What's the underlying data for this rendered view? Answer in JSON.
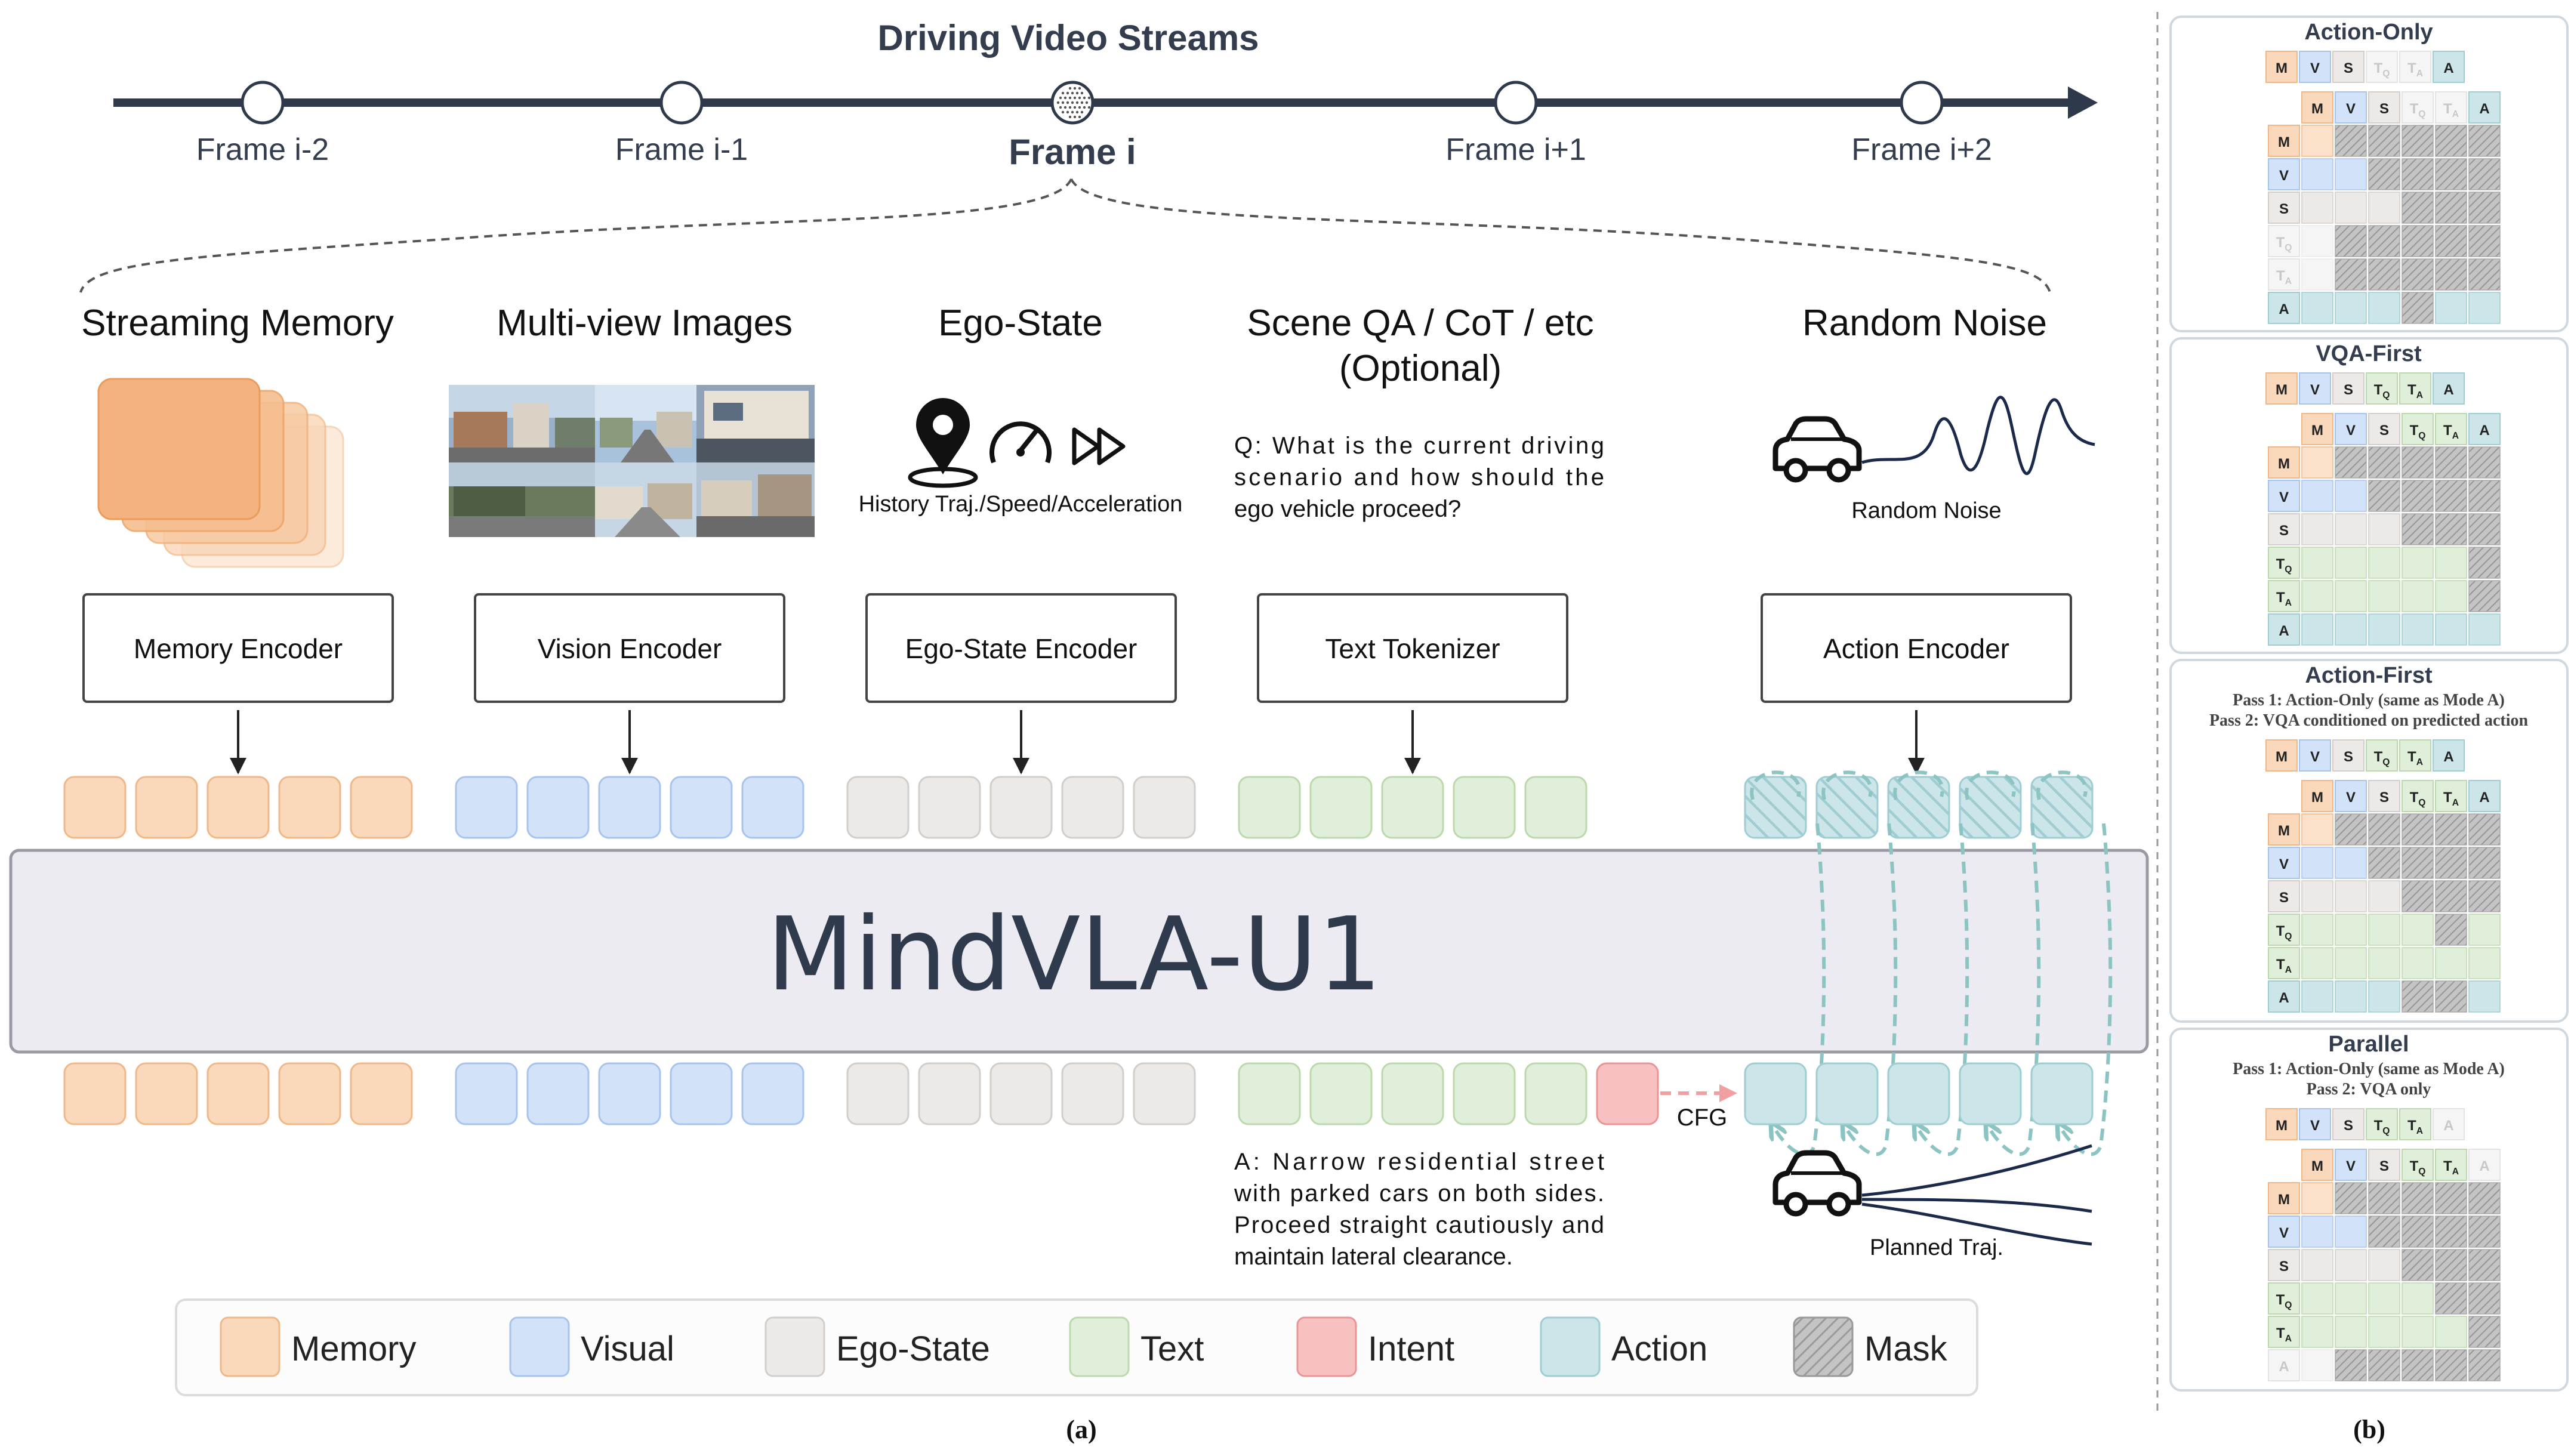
{
  "timeline": {
    "title": "Driving Video Streams",
    "frames": [
      "Frame i-2",
      "Frame i-1",
      "Frame i",
      "Frame i+1",
      "Frame i+2"
    ],
    "current_index": 2
  },
  "inputs": [
    {
      "title": "Streaming Memory",
      "encoder": "Memory Encoder",
      "token_type": "memory"
    },
    {
      "title": "Multi-view Images",
      "encoder": "Vision Encoder",
      "token_type": "visual"
    },
    {
      "title": "Ego-State",
      "encoder": "Ego-State Encoder",
      "token_type": "ego",
      "caption": "History Traj./Speed/Acceleration"
    },
    {
      "title_line1": "Scene QA / CoT / etc",
      "title_line2": "(Optional)",
      "encoder": "Text Tokenizer",
      "token_type": "text",
      "question": [
        "Q: What is the current driving",
        "scenario and how should the",
        "ego vehicle proceed?"
      ]
    },
    {
      "title": "Random Noise",
      "encoder": "Action Encoder",
      "token_type": "action",
      "caption": "Random Noise"
    }
  ],
  "model_name": "MindVLA-U1",
  "output": {
    "answer": [
      "A: Narrow residential street",
      "with parked cars on both sides.",
      "Proceed straight cautiously and",
      "maintain lateral clearance."
    ],
    "cfg_label": "CFG",
    "planned_label": "Planned Traj."
  },
  "legend": [
    {
      "label": "Memory",
      "key": "memory"
    },
    {
      "label": "Visual",
      "key": "visual"
    },
    {
      "label": "Ego-State",
      "key": "ego"
    },
    {
      "label": "Text",
      "key": "text"
    },
    {
      "label": "Intent",
      "key": "intent"
    },
    {
      "label": "Action",
      "key": "action"
    },
    {
      "label": "Mask",
      "key": "mask"
    }
  ],
  "colors": {
    "memory": "#f9d8bc",
    "memory_border": "#f0b888",
    "visual": "#d2e2f8",
    "visual_border": "#a9c4ec",
    "ego": "#ece9e7",
    "ego_border": "#d2cecb",
    "text": "#e0efd9",
    "text_border": "#bcd9ad",
    "intent": "#f8c1c1",
    "intent_border": "#e89595",
    "action": "#cbe5e8",
    "action_border": "#9ecdd3",
    "mask": "#b8b8b8",
    "arrow_teal": "#8cc4c4",
    "dark": "#333d4d"
  },
  "caption_a": "(a)",
  "caption_b": "(b)",
  "panel_b": {
    "tokens": [
      "M",
      "V",
      "S",
      "TQ",
      "TA",
      "A"
    ],
    "modes": [
      {
        "title": "Action-Only",
        "notes": [],
        "seq_faded": [
          false,
          false,
          false,
          true,
          true,
          false
        ],
        "rows_faded": [
          false,
          false,
          false,
          true,
          true,
          false
        ],
        "cols_faded": [
          false,
          false,
          false,
          true,
          true,
          false
        ],
        "matrix": [
          [
            1,
            2,
            2,
            2,
            2,
            2
          ],
          [
            1,
            1,
            2,
            2,
            2,
            2
          ],
          [
            1,
            1,
            1,
            2,
            2,
            2
          ],
          [
            1,
            2,
            2,
            2,
            2,
            2
          ],
          [
            1,
            2,
            2,
            2,
            2,
            2
          ],
          [
            1,
            1,
            1,
            2,
            1,
            1
          ]
        ]
      },
      {
        "title": "VQA-First",
        "notes": [],
        "seq_faded": [
          false,
          false,
          false,
          false,
          false,
          false
        ],
        "rows_faded": [
          false,
          false,
          false,
          false,
          false,
          false
        ],
        "cols_faded": [
          false,
          false,
          false,
          false,
          false,
          false
        ],
        "matrix": [
          [
            1,
            2,
            2,
            2,
            2,
            2
          ],
          [
            1,
            1,
            2,
            2,
            2,
            2
          ],
          [
            1,
            1,
            1,
            2,
            2,
            2
          ],
          [
            1,
            1,
            1,
            1,
            1,
            2
          ],
          [
            1,
            1,
            1,
            1,
            1,
            2
          ],
          [
            1,
            1,
            1,
            1,
            1,
            1
          ]
        ]
      },
      {
        "title": "Action-First",
        "notes": [
          "Pass 1: Action-Only (same as Mode A)",
          "Pass 2: VQA conditioned on predicted action"
        ],
        "seq_faded": [
          false,
          false,
          false,
          false,
          false,
          false
        ],
        "rows_faded": [
          false,
          false,
          false,
          false,
          false,
          false
        ],
        "cols_faded": [
          false,
          false,
          false,
          false,
          false,
          false
        ],
        "matrix": [
          [
            1,
            2,
            2,
            2,
            2,
            2
          ],
          [
            1,
            1,
            2,
            2,
            2,
            2
          ],
          [
            1,
            1,
            1,
            2,
            2,
            2
          ],
          [
            1,
            1,
            1,
            1,
            2,
            1
          ],
          [
            1,
            1,
            1,
            1,
            1,
            1
          ],
          [
            1,
            1,
            1,
            2,
            2,
            1
          ]
        ]
      },
      {
        "title": "Parallel",
        "notes": [
          "Pass 1: Action-Only (same as Mode A)",
          "Pass 2: VQA only"
        ],
        "seq_faded": [
          false,
          false,
          false,
          false,
          false,
          true
        ],
        "rows_faded": [
          false,
          false,
          false,
          false,
          false,
          true
        ],
        "cols_faded": [
          false,
          false,
          false,
          false,
          false,
          true
        ],
        "matrix": [
          [
            1,
            2,
            2,
            2,
            2,
            2
          ],
          [
            1,
            1,
            2,
            2,
            2,
            2
          ],
          [
            1,
            1,
            1,
            2,
            2,
            2
          ],
          [
            1,
            1,
            1,
            1,
            2,
            2
          ],
          [
            1,
            1,
            1,
            1,
            1,
            2
          ],
          [
            1,
            2,
            2,
            2,
            2,
            2
          ]
        ]
      }
    ]
  }
}
